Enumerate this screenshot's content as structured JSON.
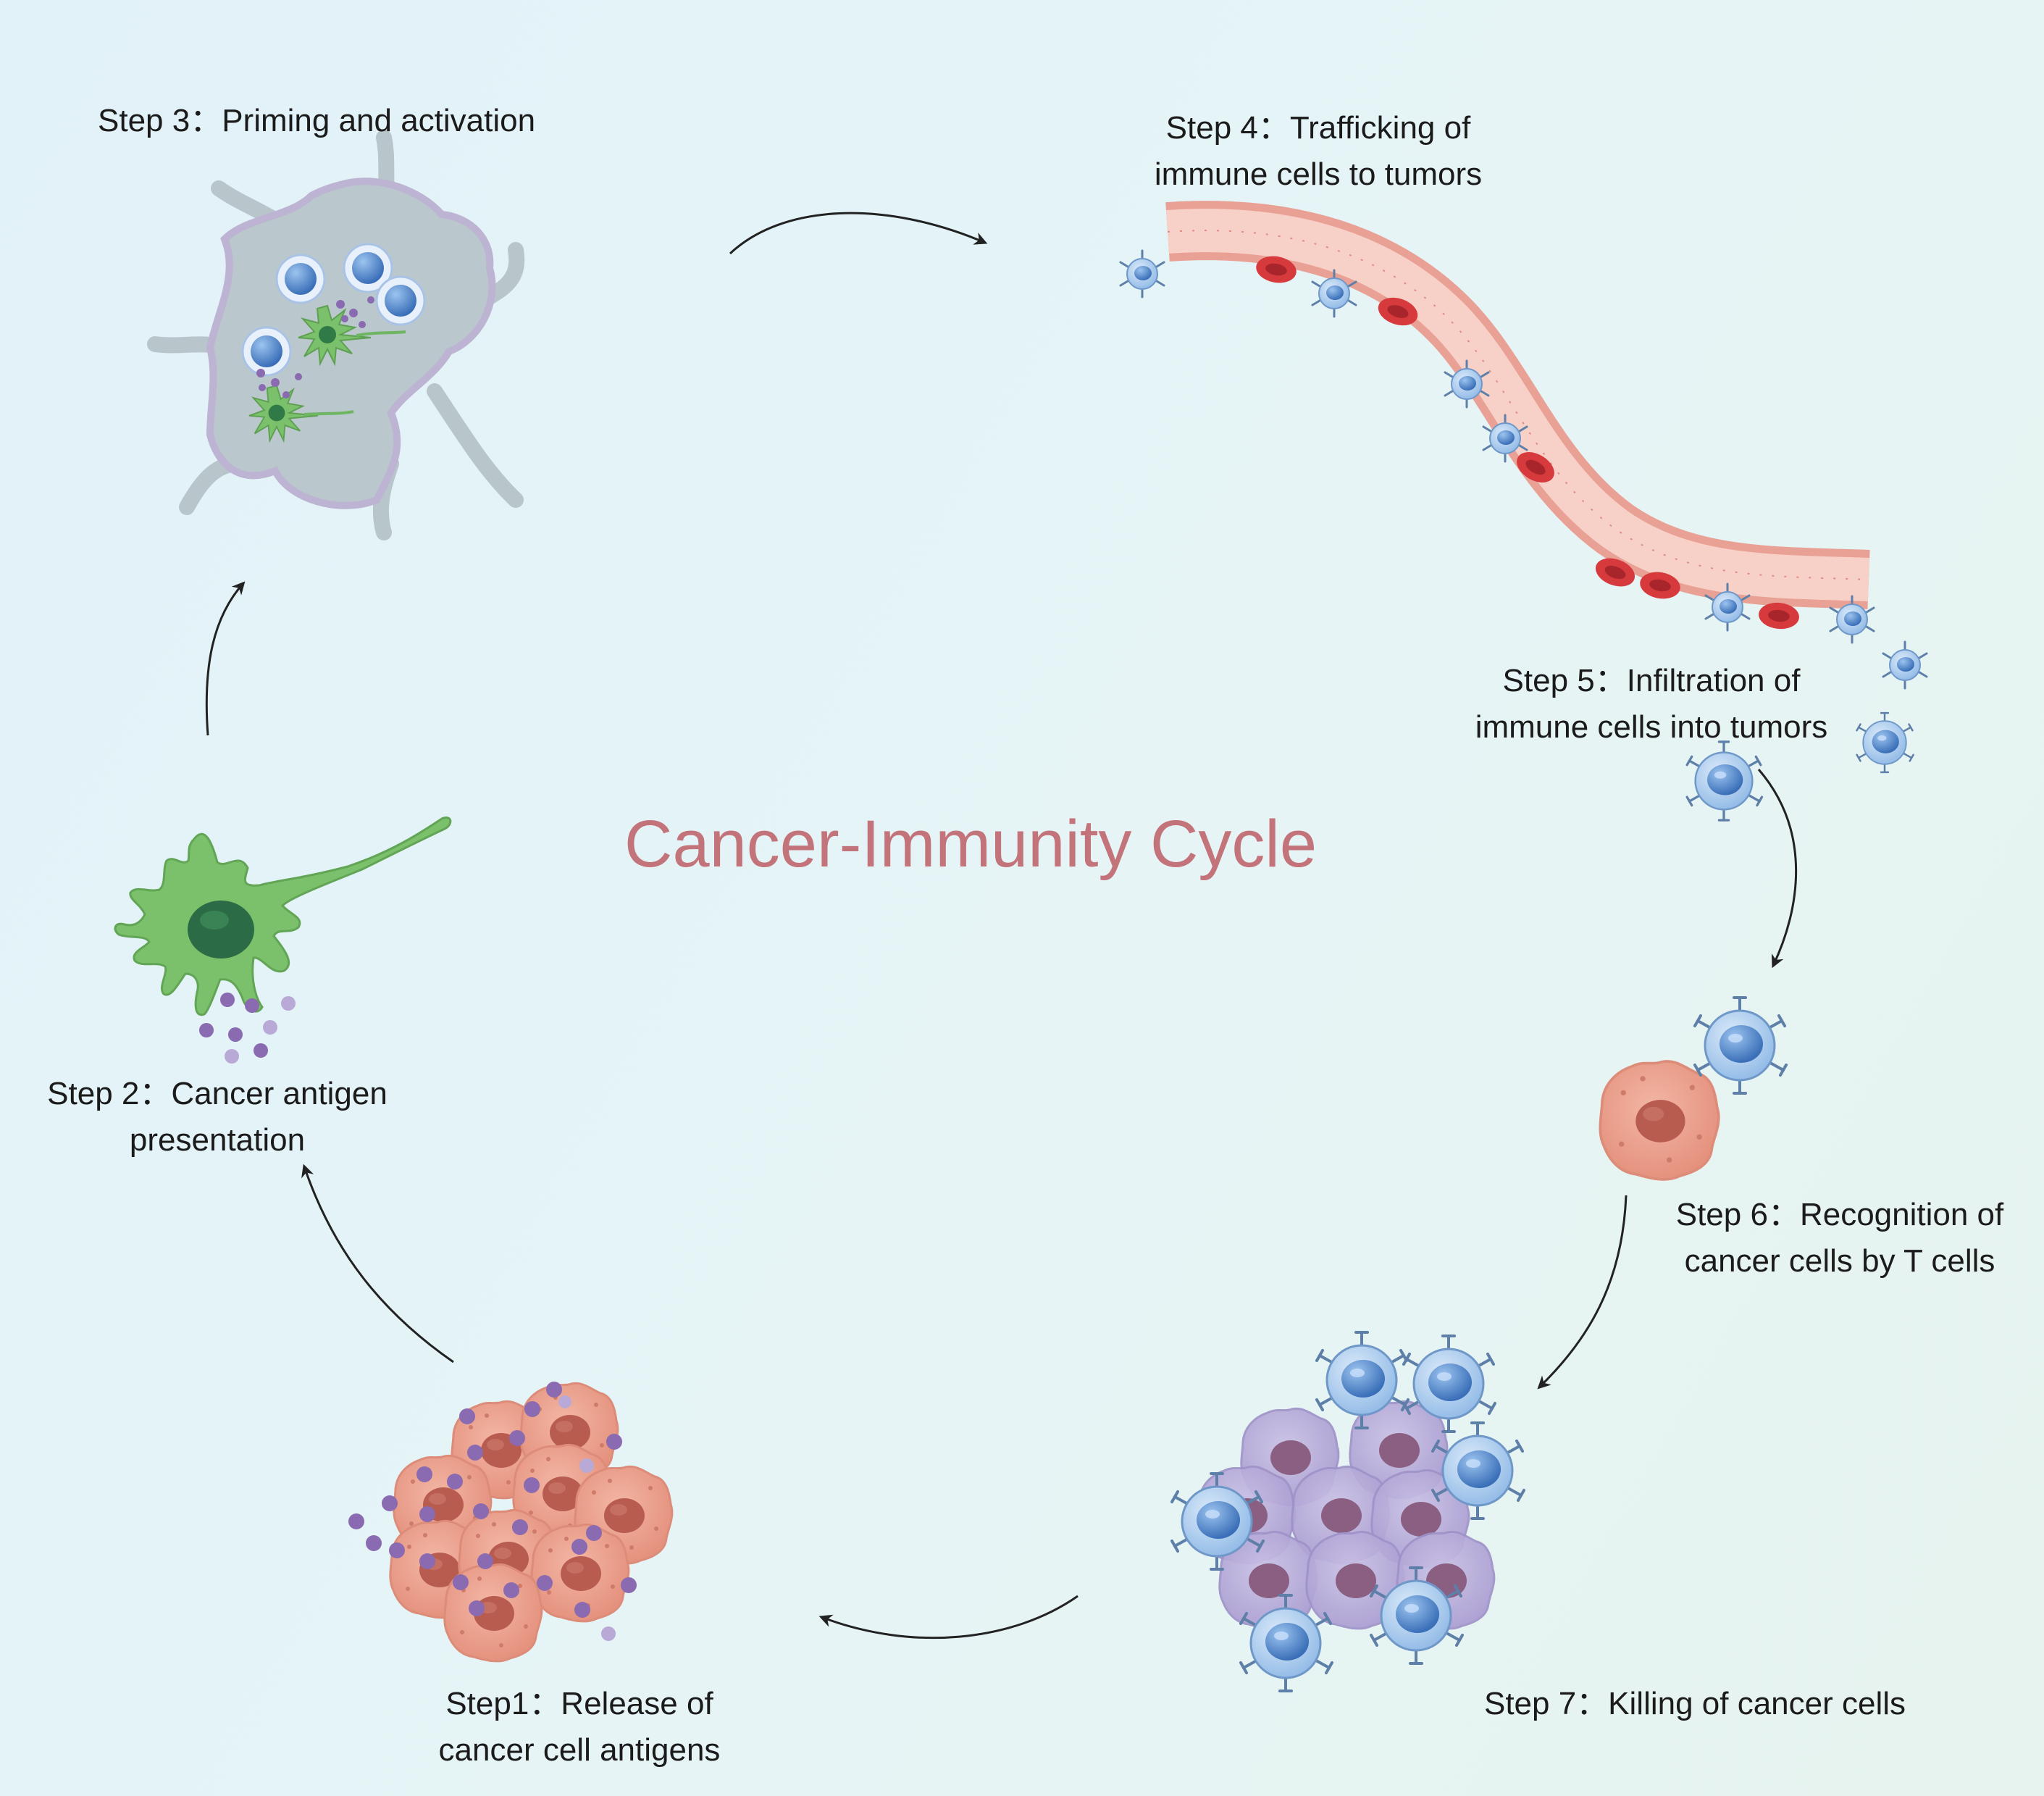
{
  "title": "Cancer-Immunity Cycle",
  "colors": {
    "title": "#c3737a",
    "background": "#e3f3f6",
    "dendritic_cell": "#7bbf6a",
    "t_cell": "#8fb9e6",
    "cancer_cell": "#e89a86",
    "red_blood_cell": "#d63a3c",
    "antigen": "#8a6ab0",
    "lymph_node": "#b8c6cc"
  },
  "steps": [
    {
      "id": 1,
      "line1": "Step1：Release of",
      "line2": "cancer cell antigens",
      "icon": "cancer-cell-cluster"
    },
    {
      "id": 2,
      "line1": "Step 2：Cancer antigen",
      "line2": "presentation",
      "icon": "dendritic-cell"
    },
    {
      "id": 3,
      "line1": "Step 3：Priming and activation",
      "line2": "",
      "icon": "lymph-node"
    },
    {
      "id": 4,
      "line1": "Step 4：Trafficking of",
      "line2": "immune cells to tumors",
      "icon": "blood-vessel"
    },
    {
      "id": 5,
      "line1": "Step 5：Infiltration of",
      "line2": "immune cells into tumors",
      "icon": "t-cell"
    },
    {
      "id": 6,
      "line1": "Step 6：Recognition of",
      "line2": "cancer cells by T cells",
      "icon": "t-cell-cancer-cell"
    },
    {
      "id": 7,
      "line1": "Step 7：Killing of cancer cells",
      "line2": "",
      "icon": "killed-cancer-cluster"
    }
  ]
}
